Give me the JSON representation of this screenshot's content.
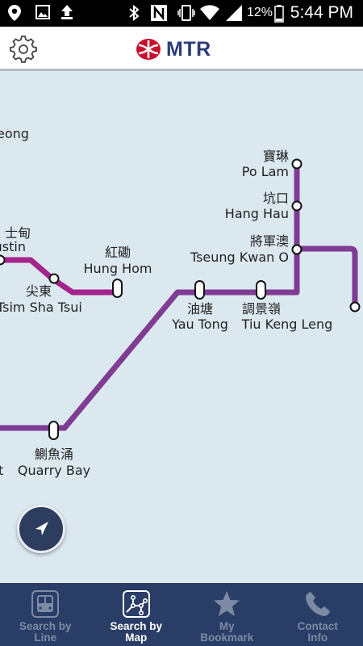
{
  "status_bar": {
    "battery_percent": "12%",
    "time": "5:44 PM"
  },
  "header": {
    "logo_text": "MTR"
  },
  "map": {
    "stations": [
      {
        "zh": "寶琳",
        "en": "Po Lam"
      },
      {
        "zh": "坑口",
        "en": "Hang Hau"
      },
      {
        "zh": "將軍澳",
        "en": "Tseung Kwan O"
      },
      {
        "zh": "紅磡",
        "en": "Hung Hom"
      },
      {
        "zh": "尖東",
        "en": "Tsim Sha Tsui"
      },
      {
        "zh": "油塘",
        "en": "Yau Tong"
      },
      {
        "zh": "調景嶺",
        "en": "Tiu Keng Leng"
      },
      {
        "zh": "鰂魚涌",
        "en": "Quarry Bay"
      },
      {
        "zh": "士甸",
        "en": "Austin"
      }
    ],
    "partial_labels": {
      "top_left": "eong",
      "bottom_left": "t"
    },
    "line_colors": {
      "kwun_tong_tko": "#7e3c93",
      "west_rail": "#a3248a"
    }
  },
  "tabs": [
    {
      "label": "Search by\nLine",
      "active": false
    },
    {
      "label": "Search by\nMap",
      "active": true
    },
    {
      "label": "My\nBookmark",
      "active": false
    },
    {
      "label": "Contact\nInfo",
      "active": false
    }
  ]
}
